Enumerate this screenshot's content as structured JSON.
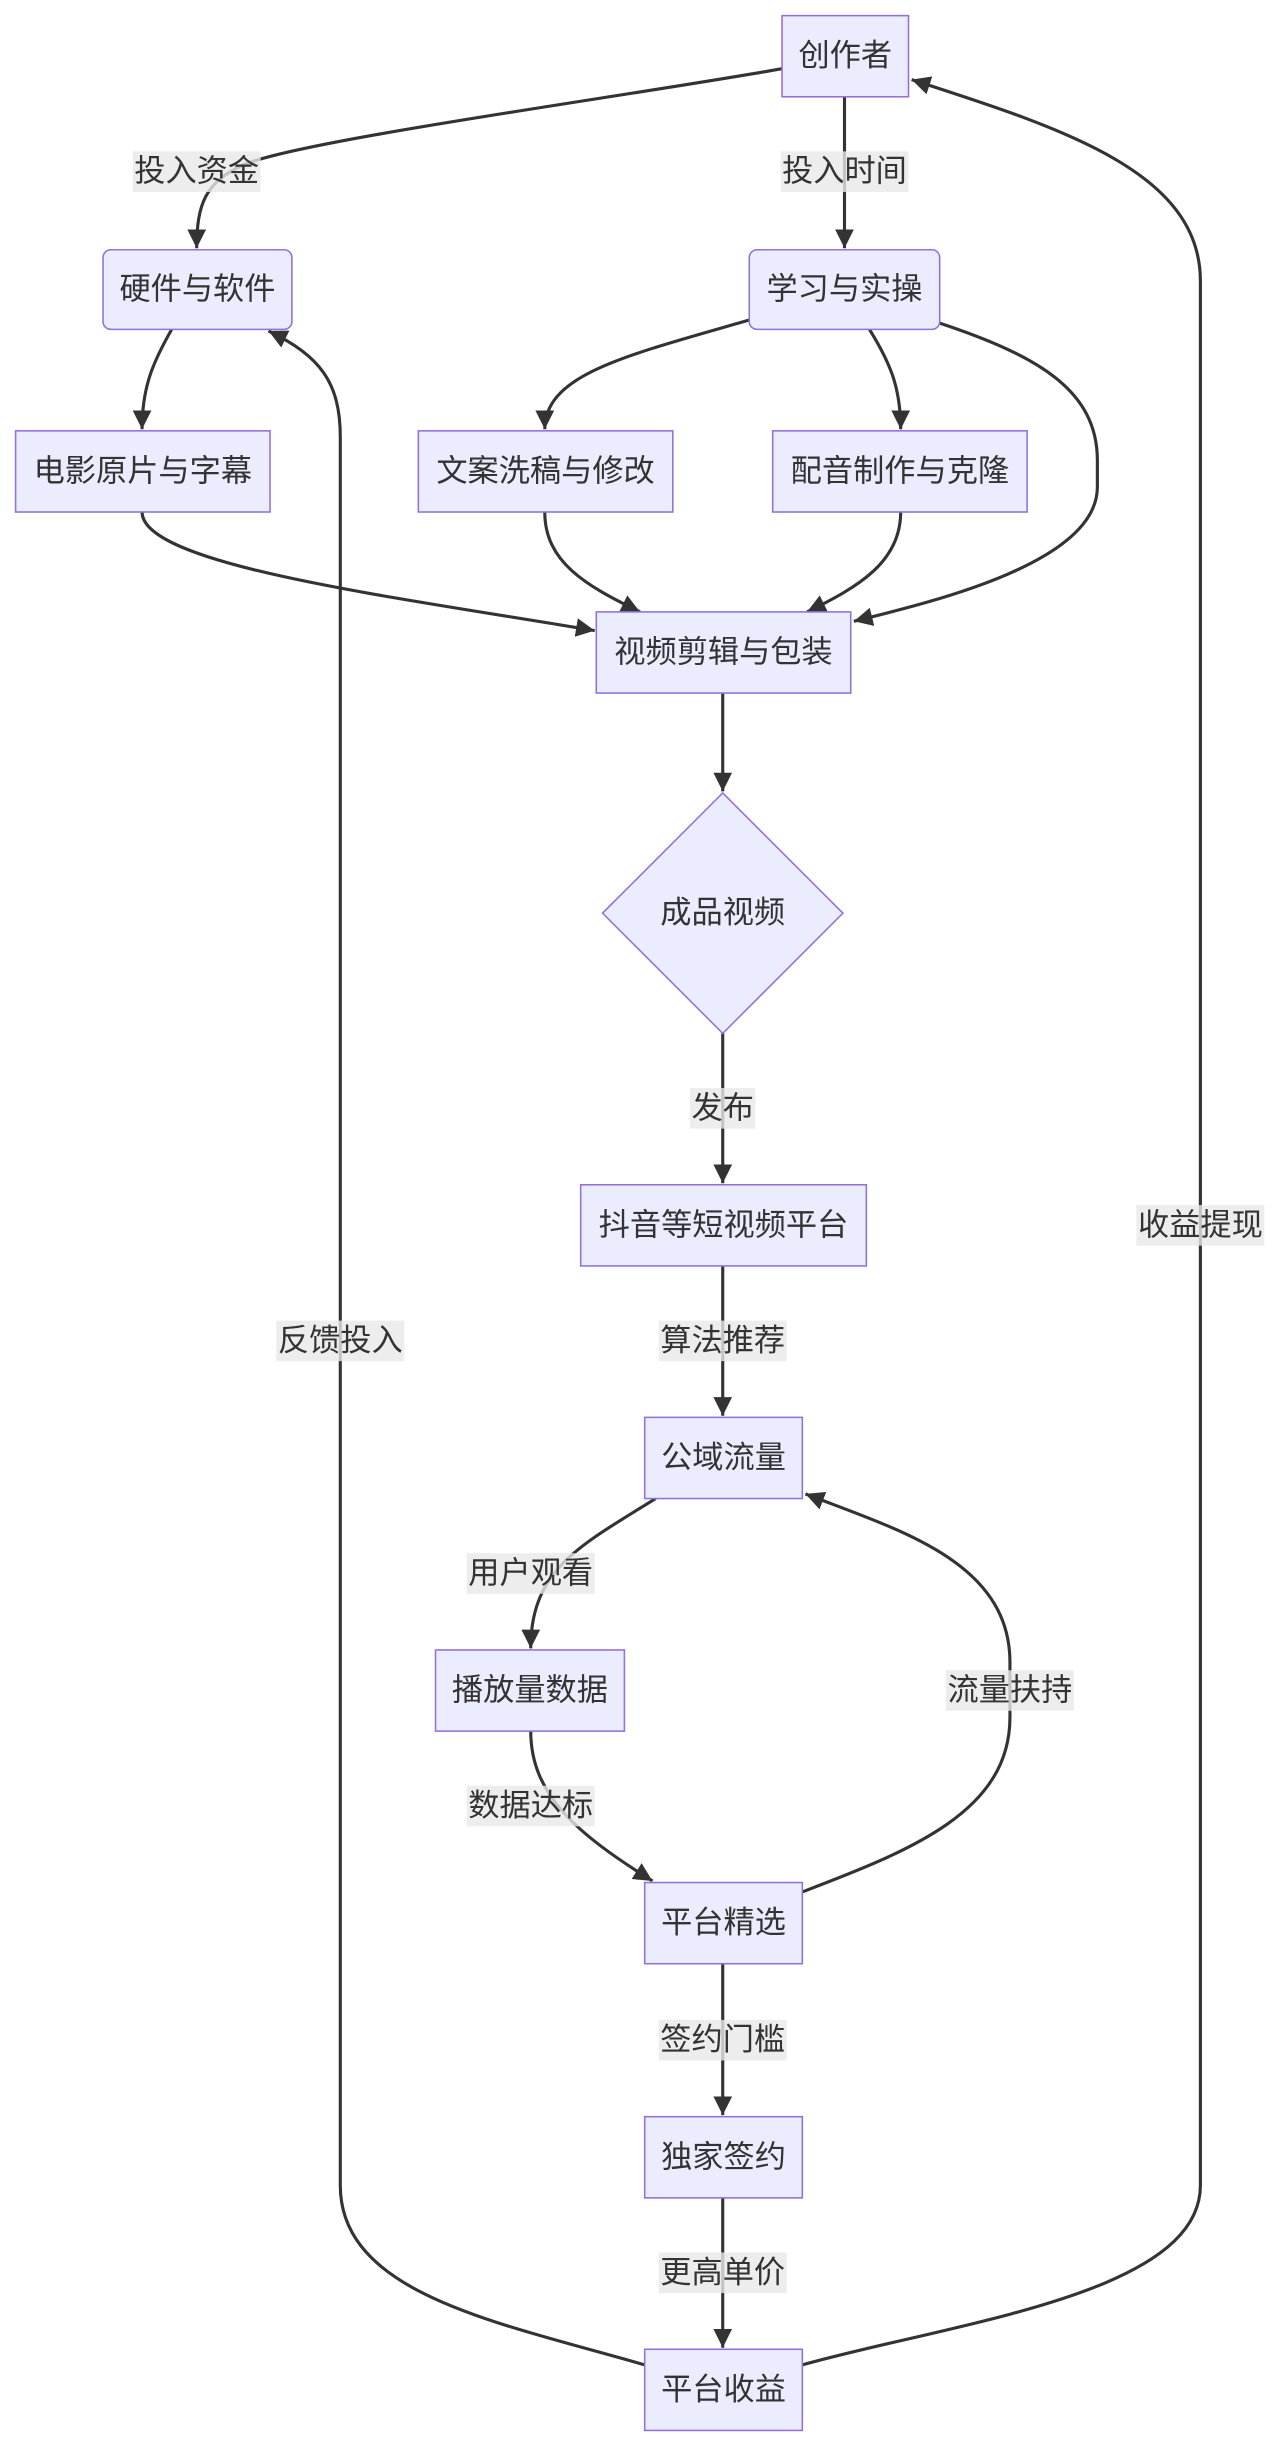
{
  "diagram": {
    "type": "flowchart",
    "nodes": [
      {
        "label": "创作者",
        "shape": "rect"
      },
      {
        "label": "硬件与软件",
        "shape": "rounded-rect"
      },
      {
        "label": "学习与实操",
        "shape": "rounded-rect"
      },
      {
        "label": "电影原片与字幕",
        "shape": "rect"
      },
      {
        "label": "文案洗稿与修改",
        "shape": "rect"
      },
      {
        "label": "配音制作与克隆",
        "shape": "rect"
      },
      {
        "label": "视频剪辑与包装",
        "shape": "rect"
      },
      {
        "label": "成品视频",
        "shape": "diamond"
      },
      {
        "label": "抖音等短视频平台",
        "shape": "rect"
      },
      {
        "label": "公域流量",
        "shape": "rect"
      },
      {
        "label": "播放量数据",
        "shape": "rect"
      },
      {
        "label": "平台精选",
        "shape": "rect"
      },
      {
        "label": "独家签约",
        "shape": "rect"
      },
      {
        "label": "平台收益",
        "shape": "rect"
      }
    ],
    "edges": [
      {
        "from": 0,
        "to": 1,
        "label": "投入资金"
      },
      {
        "from": 0,
        "to": 2,
        "label": "投入时间"
      },
      {
        "from": 1,
        "to": 3
      },
      {
        "from": 2,
        "to": 4
      },
      {
        "from": 2,
        "to": 5
      },
      {
        "from": 2,
        "to": 6
      },
      {
        "from": 3,
        "to": 6
      },
      {
        "from": 4,
        "to": 6
      },
      {
        "from": 5,
        "to": 6
      },
      {
        "from": 6,
        "to": 7
      },
      {
        "from": 7,
        "to": 8,
        "label": "发布"
      },
      {
        "from": 8,
        "to": 9,
        "label": "算法推荐"
      },
      {
        "from": 9,
        "to": 10,
        "label": "用户观看"
      },
      {
        "from": 10,
        "to": 11,
        "label": "数据达标"
      },
      {
        "from": 11,
        "to": 9,
        "label": "流量扶持"
      },
      {
        "from": 11,
        "to": 12,
        "label": "签约门槛"
      },
      {
        "from": 12,
        "to": 13,
        "label": "更高单价"
      },
      {
        "from": 13,
        "to": 1,
        "label": "反馈投入"
      },
      {
        "from": 13,
        "to": 0,
        "label": "收益提现"
      }
    ]
  },
  "theme": {
    "node_fill": "#ECECFF",
    "node_stroke": "#9370DB",
    "edge_color": "#333333",
    "label_bg": "#E8E8E8",
    "text_color": "#333333"
  }
}
